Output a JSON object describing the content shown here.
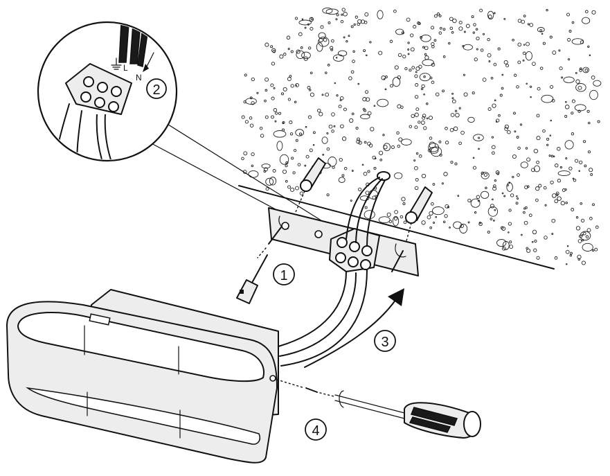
{
  "steps": [
    {
      "number": "1"
    },
    {
      "number": "2"
    },
    {
      "number": "3"
    },
    {
      "number": "4"
    }
  ],
  "terminal_labels": {
    "live": "L",
    "neutral": "N"
  },
  "colors": {
    "ink": "#111111",
    "background": "#ffffff",
    "panel": "#ededed"
  }
}
